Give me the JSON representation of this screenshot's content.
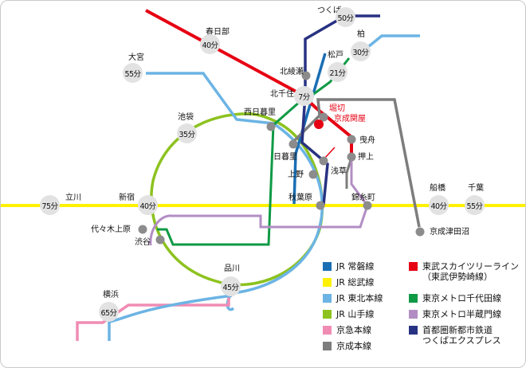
{
  "colors": {
    "joban": "#1a6eb4",
    "sobu": "#fff100",
    "tohoku": "#6cb4e4",
    "yamanote": "#8dc21f",
    "odakyu": "#f08cb4",
    "keisei": "#7d7d7d",
    "tobu": "#e60012",
    "chiyoda": "#0f9a45",
    "hanzomon": "#b28dc4",
    "tx": "#283282"
  },
  "stations": {
    "kasukabe": "春日部",
    "omiya": "大宮",
    "tsukuba": "つくば",
    "kashiwa": "柏",
    "matsudo": "松戸",
    "kitaayase": "北綾瀬",
    "kitasenju": "北千住",
    "horikiri": "堀切",
    "keisei_sekiya": "京成関屋",
    "hikifune": "曳舟",
    "oshiage": "押上",
    "asakusa": "浅草",
    "nishinippori": "西日暮里",
    "ikebukuro": "池袋",
    "nippori": "日暮里",
    "ueno": "上野",
    "akihabara": "秋葉原",
    "kinshicho": "錦糸町",
    "tachikawa": "立川",
    "shinjuku": "新宿",
    "funabashi": "船橋",
    "chiba": "千葉",
    "yoyogiuehara": "代々木上原",
    "shibuya": "渋谷",
    "keisei_tsudanuma": "京成津田沼",
    "shinagawa": "品川",
    "yokohama": "横浜"
  },
  "times": {
    "kasukabe": "40分",
    "omiya": "55分",
    "tsukuba": "50分",
    "kashiwa": "30分",
    "matsudo": "21分",
    "kitasenju": "7分",
    "ikebukuro": "35分",
    "tachikawa": "75分",
    "shinjuku": "40分",
    "funabashi": "40分",
    "chiba": "55分",
    "shinagawa": "45分",
    "yokohama": "65分"
  },
  "legend": {
    "joban": "JR 常磐線",
    "sobu": "JR 総武線",
    "tohoku": "JR 東北本線",
    "yamanote": "JR 山手線",
    "odakyu": "京急本線",
    "keisei": "京成本線",
    "tobu_line1": "東武スカイツリーライン",
    "tobu_line2": "（東武伊勢崎線）",
    "chiyoda": "東京メトロ千代田線",
    "hanzomon": "東京メトロ半蔵門線",
    "tx_line1": "首都圏新都市鉄道",
    "tx_line2": "つくばエクスプレス"
  }
}
